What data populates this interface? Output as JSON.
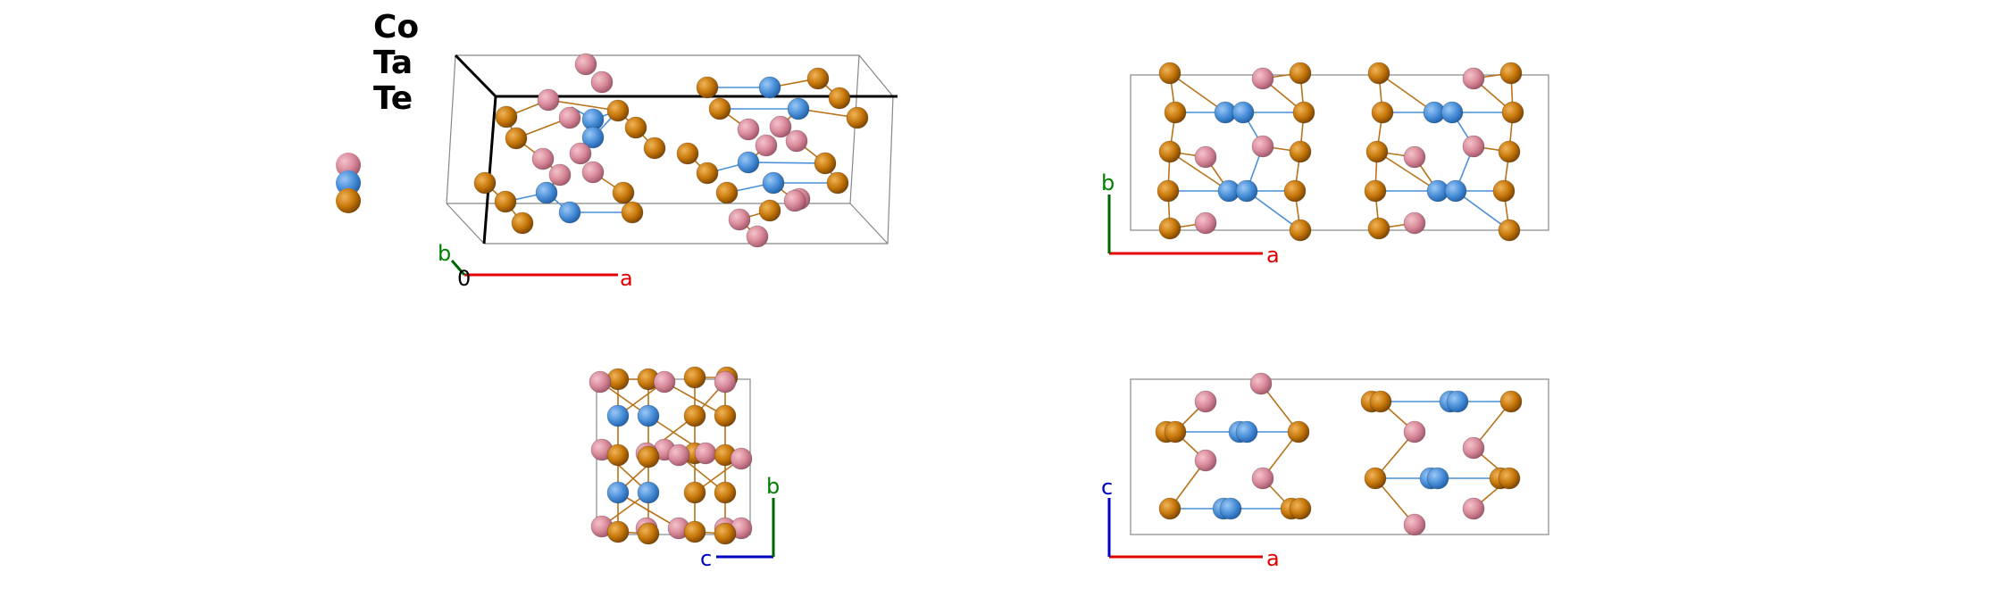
{
  "legend": {
    "elements": [
      {
        "symbol": "Co",
        "color": "#4a90d9",
        "dark": "#1f5fa8"
      },
      {
        "symbol": "Ta",
        "color": "#c8780a",
        "dark": "#7a4300"
      },
      {
        "symbol": "Te",
        "color": "#d98a9a",
        "dark": "#a0566a"
      }
    ]
  },
  "bond_colors": {
    "ta": "#b8731a",
    "co": "#4a90d9"
  },
  "views": {
    "perspective": {
      "axis_labels": [
        "b",
        "0",
        "a"
      ],
      "axis_colors": [
        "#008000",
        "#000000",
        "#e00000"
      ]
    },
    "ab": {
      "axis_labels": [
        "b",
        "a"
      ],
      "axis_colors": [
        "#008000",
        "#e00000"
      ]
    },
    "cb": {
      "axis_labels": [
        "b",
        "c"
      ],
      "axis_colors": [
        "#008000",
        "#0000c0"
      ]
    },
    "ac": {
      "axis_labels": [
        "c",
        "a"
      ],
      "axis_colors": [
        "#0000c0",
        "#e00000"
      ]
    }
  }
}
